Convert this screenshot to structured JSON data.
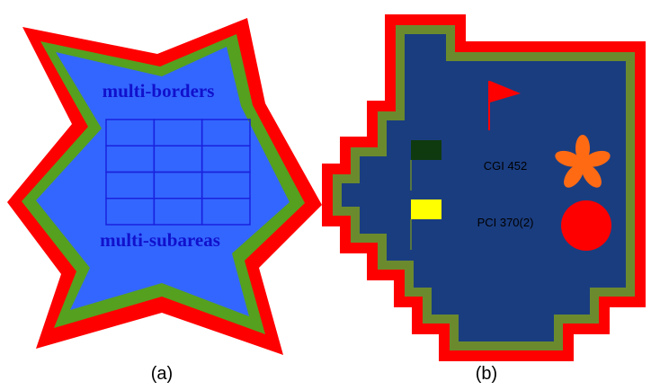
{
  "panel_a": {
    "title": "multi-borders",
    "subtitle": "multi-subareas",
    "caption": "(a)",
    "grid_rows": 4,
    "grid_cols": 3
  },
  "panel_b": {
    "label_1": "CGI 452",
    "label_2": "PCI 370(2)",
    "caption": "(b)"
  },
  "colors": {
    "outer_border": "#ff0000",
    "inner_border": "#55a01e",
    "fill_a": "#3366ff",
    "grid_line": "#1a22dd",
    "text_a": "#1111cc",
    "inner_border_b": "#6b8a2e",
    "fill_b": "#1a3d80",
    "dark_flag": "#0f3a0f",
    "yellow_flag": "#ffff00",
    "red_flag": "#ff0000",
    "asterisk": "#ff6a13",
    "circle": "#ff0000"
  }
}
